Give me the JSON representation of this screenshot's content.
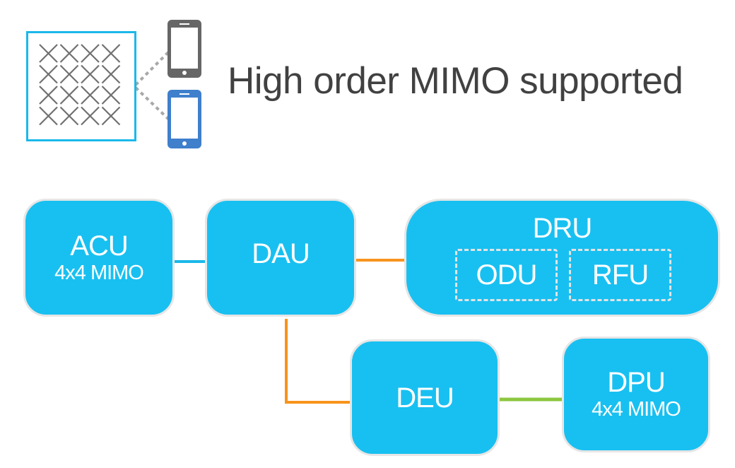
{
  "header": {
    "title": "High order MIMO supported",
    "antenna_icon": "antenna-array-4x4-icon",
    "devices": [
      {
        "icon": "smartphone-icon",
        "color": "#666666"
      },
      {
        "icon": "smartphone-icon",
        "color": "#3f7fcc"
      }
    ]
  },
  "diagram": {
    "nodes": {
      "acu": {
        "label": "ACU",
        "sub": "4x4 MIMO"
      },
      "dau": {
        "label": "DAU"
      },
      "dru": {
        "label": "DRU",
        "parts": [
          "ODU",
          "RFU"
        ]
      },
      "deu": {
        "label": "DEU"
      },
      "dpu": {
        "label": "DPU",
        "sub": "4x4 MIMO"
      }
    },
    "links": [
      {
        "from": "ACU",
        "to": "DAU",
        "color": "#1bb8ea"
      },
      {
        "from": "DAU",
        "to": "DRU",
        "color": "#f7941d"
      },
      {
        "from": "DAU",
        "to": "DEU",
        "color": "#f7941d"
      },
      {
        "from": "DEU",
        "to": "DPU",
        "color": "#8dc63f"
      }
    ],
    "colors": {
      "node_fill": "#18c0f1",
      "node_border": "#e6e6e6",
      "antenna_border": "#1bb8ea",
      "cross": "#707070",
      "dotted_link": "#a8a8a8"
    }
  }
}
